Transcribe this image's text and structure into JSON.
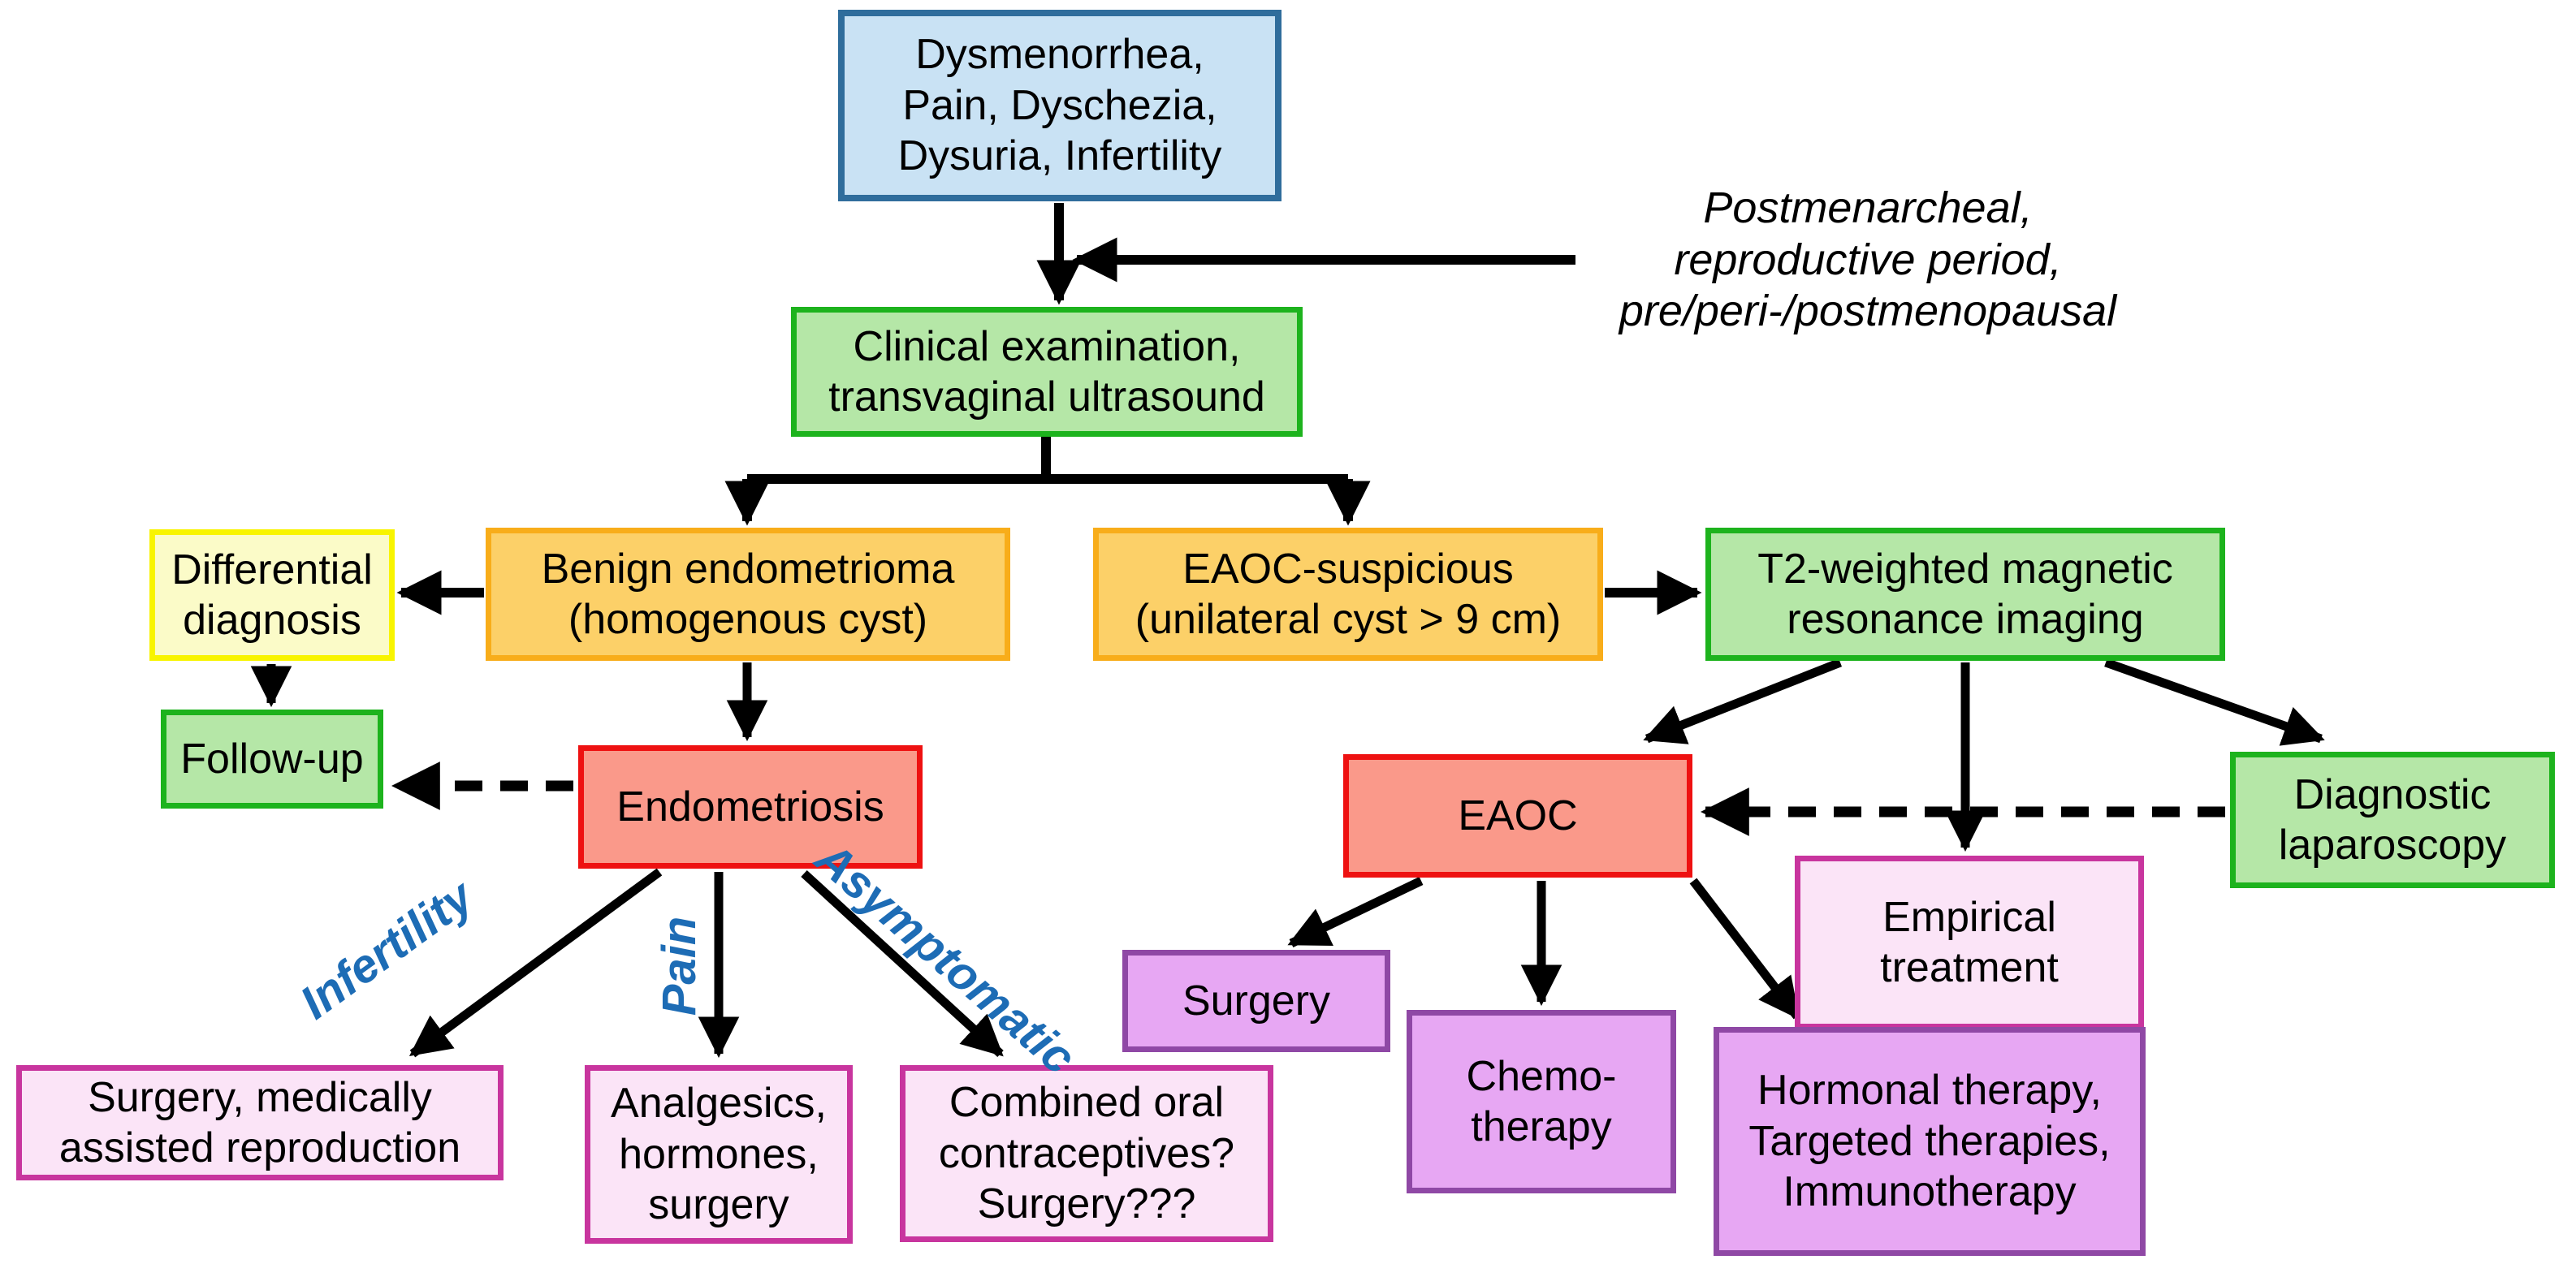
{
  "diagram": {
    "nodes": {
      "symptoms": {
        "text": "Dysmenorrhea,\nPain, Dyschezia,\nDysuria, Infertility",
        "fill": "#c9e2f4",
        "border": "#2f6d9c"
      },
      "clinical": {
        "text": "Clinical examination,\ntransvaginal ultrasound",
        "fill": "#b5e7a7",
        "border": "#1db31d"
      },
      "differential_diagnosis": {
        "text": "Differential\ndiagnosis",
        "fill": "#fbfbc8",
        "border": "#f8f400"
      },
      "benign_endometrioma": {
        "text": "Benign endometrioma\n(homogenous cyst)",
        "fill": "#fcd068",
        "border": "#f8ad1a"
      },
      "eaoc_suspicious": {
        "text": "EAOC-suspicious\n(unilateral cyst > 9 cm)",
        "fill": "#fcd068",
        "border": "#f8ad1a"
      },
      "t2_mri": {
        "text": "T2-weighted magnetic\nresonance imaging",
        "fill": "#b5e7a7",
        "border": "#1db31d"
      },
      "follow_up": {
        "text": "Follow-up",
        "fill": "#b5e7a7",
        "border": "#1db31d"
      },
      "endometriosis": {
        "text": "Endometriosis",
        "fill": "#fa998a",
        "border": "#ee1111"
      },
      "eaoc": {
        "text": "EAOC",
        "fill": "#fa998a",
        "border": "#ee1111"
      },
      "diagnostic_laparoscopy": {
        "text": "Diagnostic\nlaparoscopy",
        "fill": "#b5e7a7",
        "border": "#1db31d"
      },
      "empirical_treatment": {
        "text": "Empirical\ntreatment",
        "fill": "#fbe4f7",
        "border": "#c8359e"
      },
      "surgery_mar": {
        "text": "Surgery, medically\nassisted reproduction",
        "fill": "#fbe4f7",
        "border": "#c8359e"
      },
      "analgesics": {
        "text": "Analgesics,\nhormones,\nsurgery",
        "fill": "#fbe4f7",
        "border": "#c8359e"
      },
      "combined_oc": {
        "text": "Combined oral\ncontraceptives?\nSurgery???",
        "fill": "#fbe4f7",
        "border": "#c8359e"
      },
      "surgery": {
        "text": "Surgery",
        "fill": "#e7a7f3",
        "border": "#8f48a5"
      },
      "chemotherapy": {
        "text": "Chemo-\ntherapy",
        "fill": "#e7a7f3",
        "border": "#8f48a5"
      },
      "hormonal_therapy": {
        "text": "Hormonal therapy,\nTargeted therapies,\nImmunotherapy",
        "fill": "#e7a7f3",
        "border": "#8f48a5"
      }
    },
    "annotation": {
      "text": "Postmenarcheal,\nreproductive period,\npre/peri-/postmenopausal"
    },
    "edge_labels": {
      "infertility": {
        "text": "Infertility",
        "color": "#1d6cb5"
      },
      "pain": {
        "text": "Pain",
        "color": "#1d6cb5"
      },
      "asymptomatic": {
        "text": "Asymptomatic",
        "color": "#1d6cb5"
      }
    },
    "arrow_color": "#000000"
  }
}
